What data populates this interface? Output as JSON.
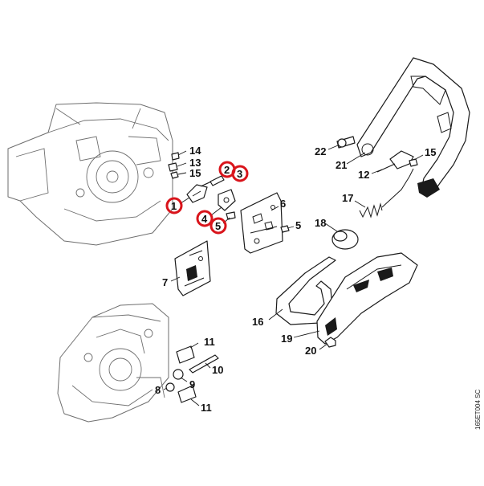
{
  "diagram": {
    "drawing_code": "165ET004 SC",
    "colors": {
      "highlight": "#d9141b",
      "line": "#1a1a1a",
      "faint_line": "#6e6e6e"
    },
    "callouts": {
      "n1": "1",
      "n2": "2",
      "n3": "3",
      "n4": "4",
      "n5": "5",
      "n5b": "5",
      "n6": "6",
      "n7": "7",
      "n8": "8",
      "n9": "9",
      "n10": "10",
      "n11a": "11",
      "n11b": "11",
      "n12": "12",
      "n13": "13",
      "n14": "14",
      "n15a": "15",
      "n15b": "15",
      "n16": "16",
      "n17": "17",
      "n18": "18",
      "n19": "19",
      "n20": "20",
      "n21": "21",
      "n22": "22"
    }
  }
}
